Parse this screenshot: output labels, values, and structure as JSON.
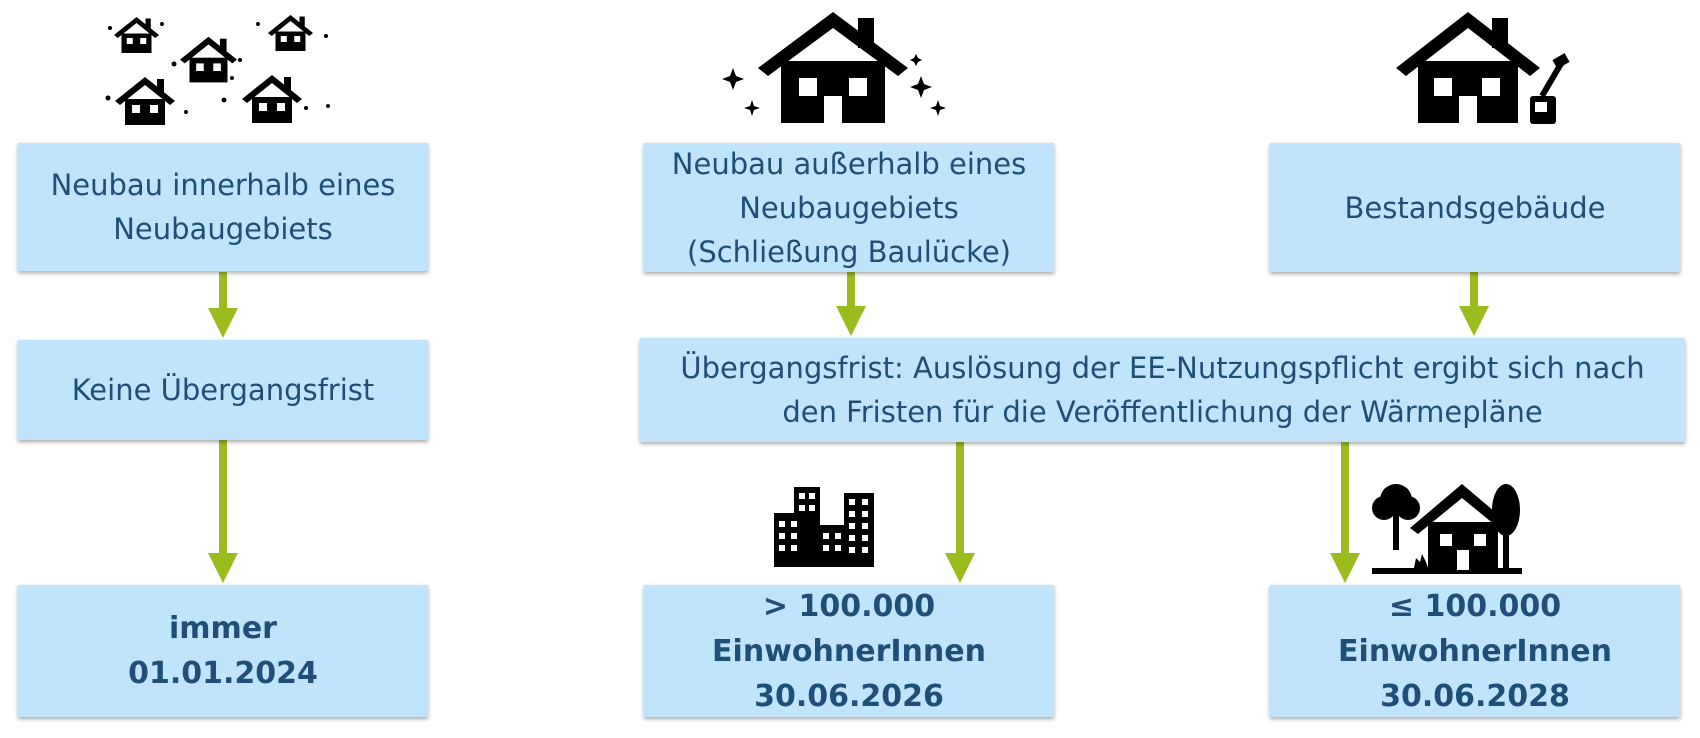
{
  "boxes": {
    "neubau_innerhalb": [
      "Neubau innerhalb eines",
      "Neubaugebiets"
    ],
    "keine_frist": "Keine Übergangsfrist",
    "immer": [
      "immer",
      "01.01.2024"
    ],
    "neubau_ausserhalb": [
      "Neubau außerhalb eines",
      "Neubaugebiets",
      "(Schließung Baulücke)"
    ],
    "bestand": "Bestandsgebäude",
    "uebergangsfrist": [
      "Übergangsfrist: Auslösung der EE-Nutzungspflicht ergibt sich nach",
      "den Fristen für die Veröffentlichung der Wärmepläne"
    ],
    "gross": [
      "> 100.000",
      "EinwohnerInnen",
      "30.06.2026"
    ],
    "klein": [
      "≤ 100.000",
      "EinwohnerInnen",
      "30.06.2028"
    ]
  },
  "colors": {
    "box_fill": "#bfe4fb",
    "text": "#1f4e79",
    "arrow": "#9bbb1f"
  },
  "icons": [
    "houses-cluster-icon",
    "new-house-icon",
    "renovated-house-icon",
    "city-buildings-icon",
    "rural-house-icon"
  ]
}
